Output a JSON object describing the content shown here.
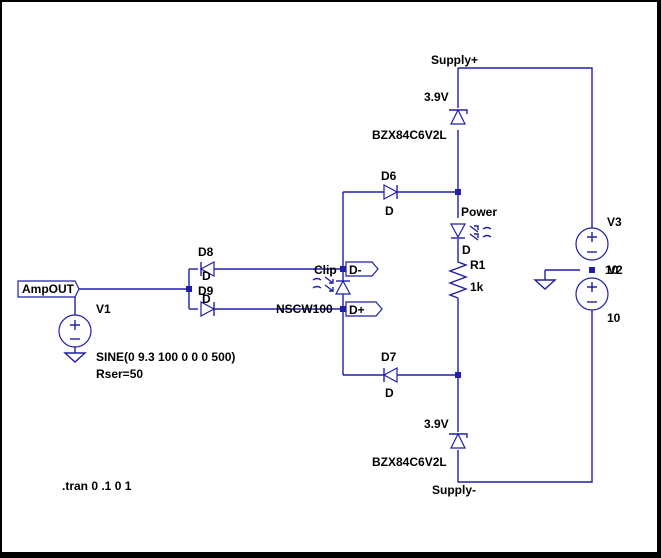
{
  "nets": {
    "supply_plus": "Supply+",
    "supply_minus": "Supply-",
    "power": "Power",
    "clip": "Clip",
    "d_minus": "D-",
    "d_plus": "D+",
    "amp_out": "AmpOUT"
  },
  "components": {
    "zener_top": {
      "value": "3.9V",
      "model": "BZX84C6V2L"
    },
    "zener_bottom": {
      "value": "3.9V",
      "model": "BZX84C6V2L"
    },
    "d6": {
      "ref": "D6",
      "model": "D"
    },
    "d7": {
      "ref": "D7",
      "model": "D"
    },
    "d8": {
      "ref": "D8",
      "model": "D"
    },
    "d9": {
      "ref": "D9",
      "model": "D"
    },
    "led_power": {
      "model": "D"
    },
    "led_clip": {
      "model": "NSCW100"
    },
    "r1": {
      "ref": "R1",
      "value": "1k"
    },
    "v1": {
      "ref": "V1",
      "value": "SINE(0 9.3 100 0 0 0 500)",
      "rser": "Rser=50"
    },
    "v3": {
      "ref": "V3",
      "value": "10"
    },
    "v2": {
      "ref": "V2",
      "value": "10"
    }
  },
  "directive": ".tran 0 .1 0 1",
  "colors": {
    "wire": "#1f1fa8",
    "background": "#ffffff",
    "frame": "#000000"
  }
}
